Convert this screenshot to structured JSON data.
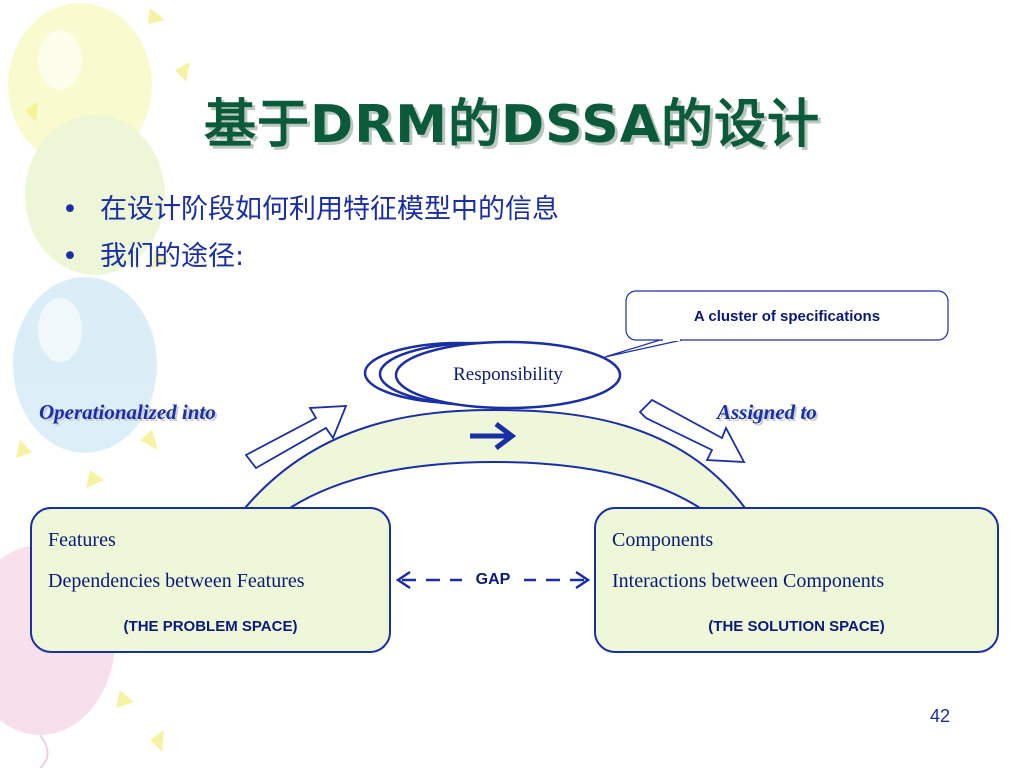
{
  "slide": {
    "title": "基于DRM的DSSA的设计",
    "bullets": [
      "在设计阶段如何利用特征模型中的信息",
      "我们的途径:"
    ],
    "page_number": "42"
  },
  "diagram": {
    "callout": "A cluster of specifications",
    "responsibility": "Responsibility",
    "left_label": "Operationalized into",
    "right_label": "Assigned to",
    "gap_label": "GAP",
    "problem_box": {
      "line1": "Features",
      "line2": "Dependencies between Features",
      "caption": "(THE PROBLEM SPACE)"
    },
    "solution_box": {
      "line1": "Components",
      "line2": "Interactions between Components",
      "caption": "(THE SOLUTION SPACE)"
    }
  },
  "colors": {
    "title": "#0b5a3a",
    "text": "#1a2ea6",
    "box_fill": "#eef7d8",
    "box_border": "#1a2ea6"
  }
}
